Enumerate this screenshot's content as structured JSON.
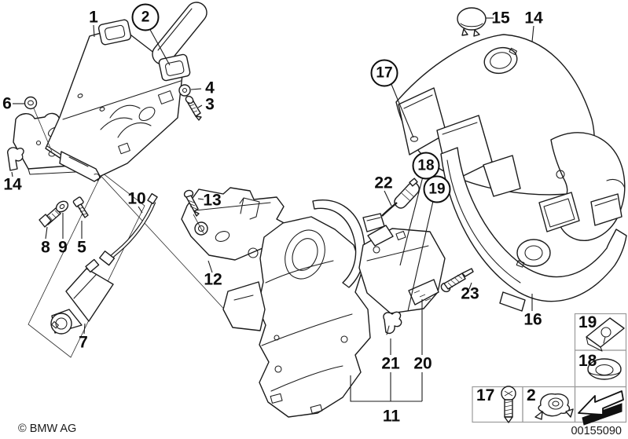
{
  "footer": {
    "copyright": "© BMW AG",
    "diagram_number": "00155090"
  },
  "callouts": {
    "n1": "1",
    "n2": "2",
    "n3": "3",
    "n4": "4",
    "n5": "5",
    "n6": "6",
    "n7": "7",
    "n8": "8",
    "n9": "9",
    "n10": "10",
    "n11": "11",
    "n12": "12",
    "n13": "13",
    "n14_left": "14",
    "n14_right": "14",
    "n15": "15",
    "n16": "16",
    "n17": "17",
    "n18": "18",
    "n19": "19",
    "n20": "20",
    "n21": "21",
    "n22": "22",
    "n23": "23"
  },
  "legend": {
    "cells": [
      {
        "label": "19",
        "icon": "clip-nut-icon"
      },
      {
        "label": "18",
        "icon": "washer-icon"
      },
      {
        "label": "17",
        "icon": "screw-icon"
      },
      {
        "label": "2",
        "icon": "clamp-nut-icon"
      },
      {
        "label": "",
        "icon": "direction-arrow-icon"
      }
    ]
  },
  "colors": {
    "line": "#1b1b1b",
    "legend_border": "#9b9b9b",
    "background": "#ffffff"
  }
}
